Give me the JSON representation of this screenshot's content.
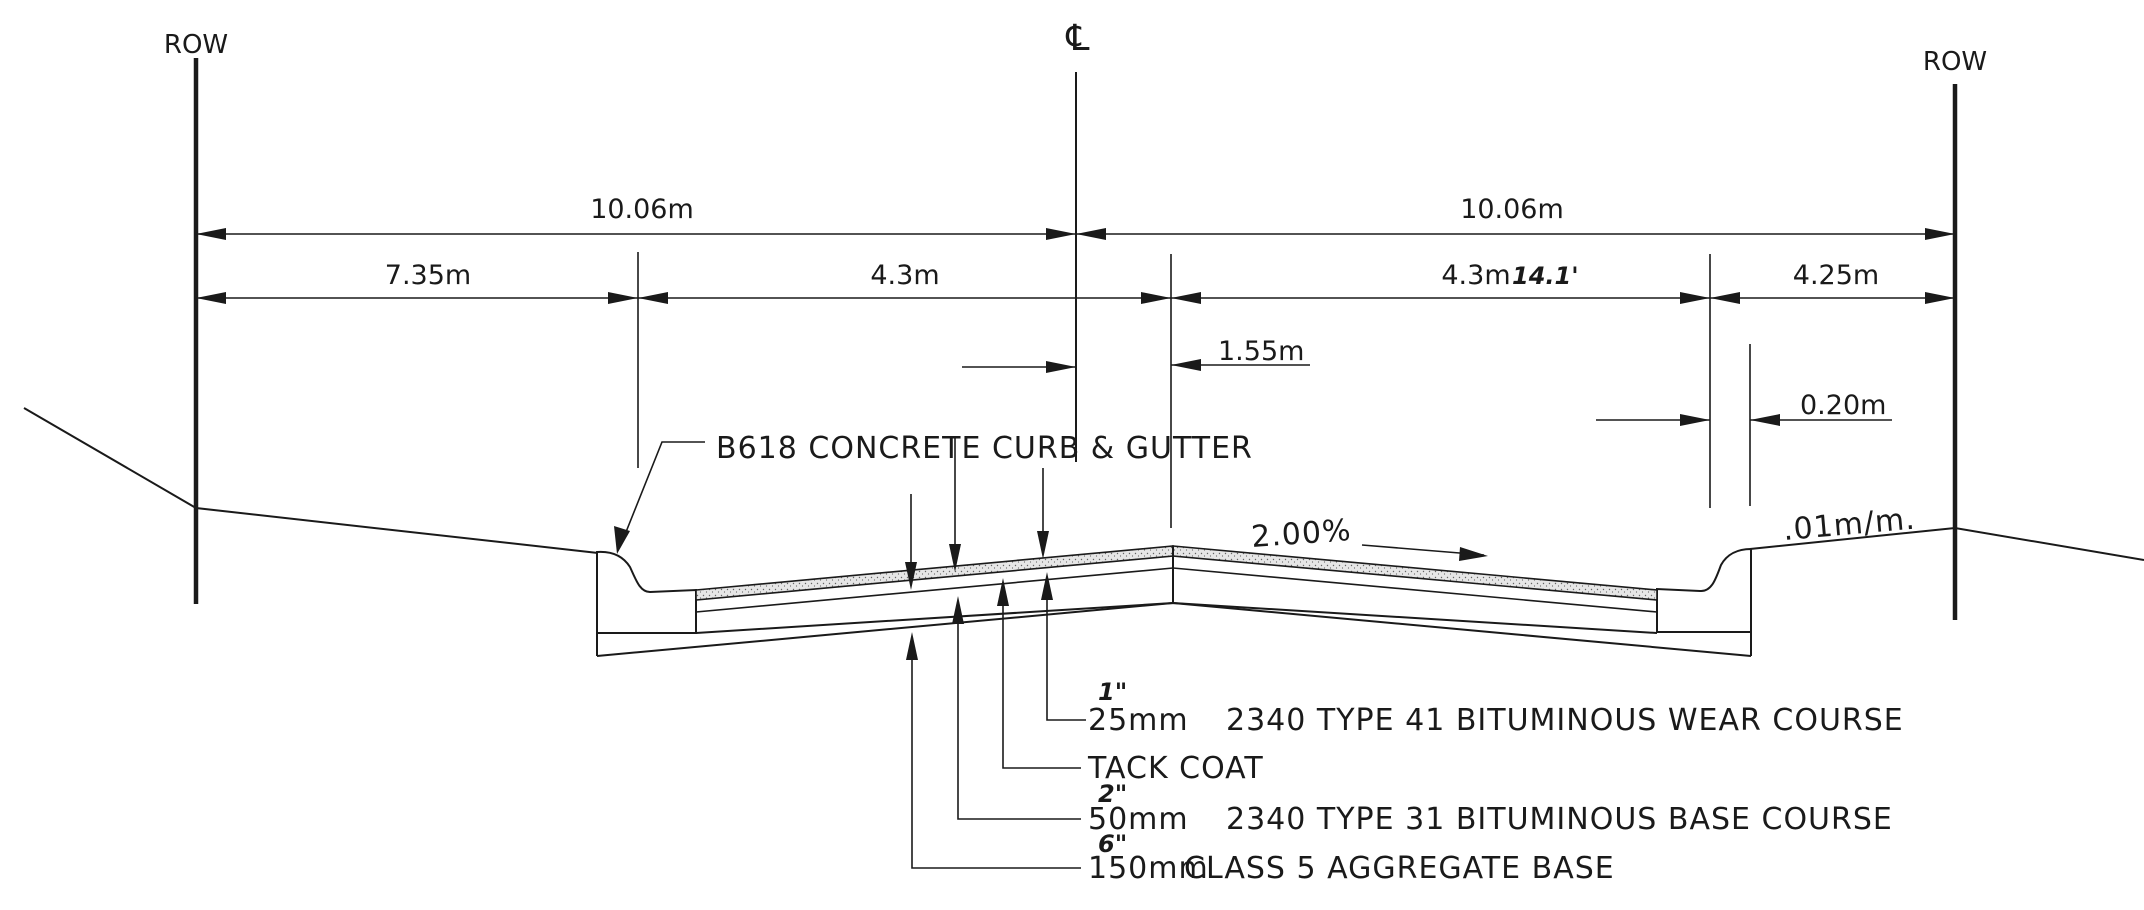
{
  "labels": {
    "row_left": "ROW",
    "row_right": "ROW",
    "centerline": "℄"
  },
  "dimensions": {
    "left_total": "10.06m",
    "right_total": "10.06m",
    "left_boulevard": "7.35m",
    "left_lane": "4.3m",
    "right_lane": "4.3m",
    "right_lane_imperial": "14.1'",
    "right_boulevard": "4.25m",
    "curb_offset": "1.55m",
    "curb_width": "0.20m"
  },
  "slopes": {
    "pavement_cross_slope": "2.00%",
    "boulevard_slope": ".01m/m."
  },
  "callouts": {
    "curb": "B618 CONCRETE CURB & GUTTER",
    "layers": [
      {
        "imperial": "1\"",
        "metric": "25mm",
        "description": "2340 TYPE 41 BITUMINOUS WEAR COURSE"
      },
      {
        "imperial": "",
        "metric": "",
        "description": "TACK COAT"
      },
      {
        "imperial": "2\"",
        "metric": "50mm",
        "description": "2340 TYPE 31 BITUMINOUS BASE COURSE"
      },
      {
        "imperial": "6\"",
        "metric": "150mm",
        "description": "CLASS 5 AGGREGATE BASE"
      }
    ]
  }
}
